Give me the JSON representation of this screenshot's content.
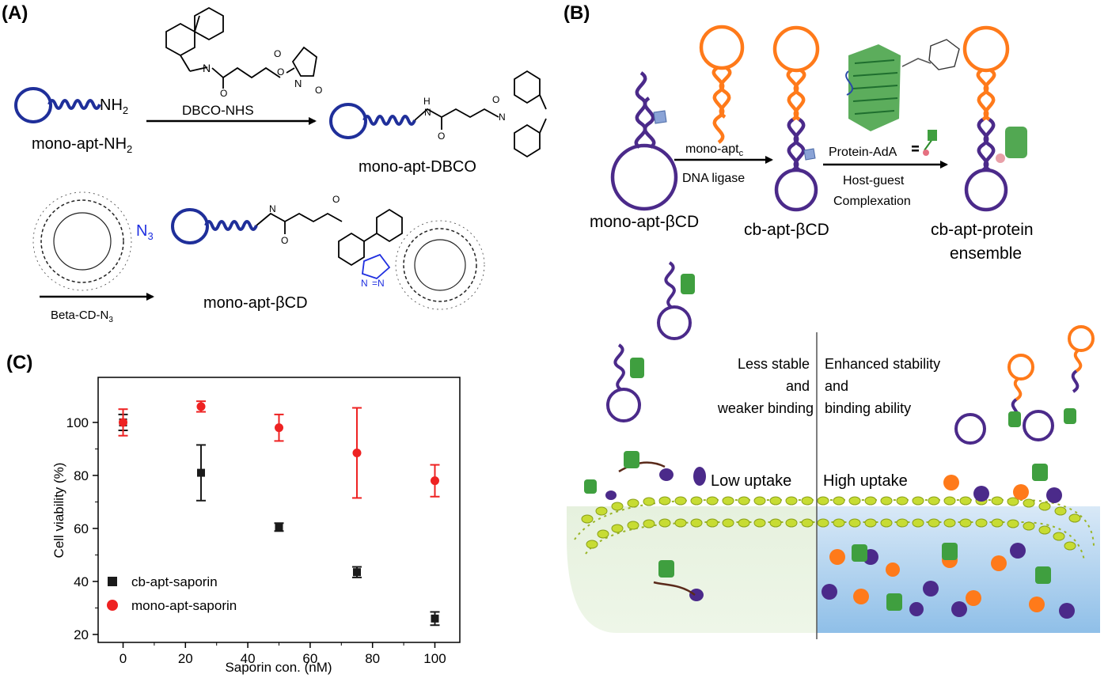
{
  "panel_a": {
    "label": "(A)",
    "reagent_1": "DBCO-NHS",
    "start_label": "mono-apt-NH",
    "start_sub": "2",
    "nh2": "NH",
    "nh2_sub": "2",
    "product_1": "mono-apt-DBCO",
    "reagent_2": "Beta-CD-N",
    "reagent_2_sub": "3",
    "n3": "N",
    "n3_sub": "3",
    "product_2": "mono-apt-βCD"
  },
  "panel_b": {
    "label": "(B)",
    "step1_top": "mono-apt",
    "step1_top_sub": "c",
    "step1_bottom": "DNA ligase",
    "step2_top": "Protein-AdA",
    "step2_bottom_1": "Host-guest",
    "step2_bottom_2": "Complexation",
    "species_1": "mono-apt-βCD",
    "species_2": "cb-apt-βCD",
    "species_3_line1": "cb-apt-protein",
    "species_3_line2": "ensemble",
    "left_text_1": "Less stable",
    "left_text_2": "and",
    "left_text_3": "weaker binding",
    "right_text_1": "Enhanced stability",
    "right_text_2": "and",
    "right_text_3": "binding ability",
    "low_uptake": "Low uptake",
    "high_uptake": "High uptake",
    "colors": {
      "dark_strand": "#4b2a8a",
      "orange_strand": "#ff7a1a",
      "membrane": "#c7dc33",
      "protein": "#3f9f3f"
    }
  },
  "panel_c": {
    "label": "(C)"
  },
  "chart_data": {
    "type": "scatter",
    "xlabel": "Saporin con. (nM)",
    "ylabel": "Cell viability (%)",
    "xlim": [
      -8,
      108
    ],
    "ylim": [
      17,
      117
    ],
    "x_ticks": [
      0,
      20,
      40,
      60,
      80,
      100
    ],
    "y_ticks": [
      20,
      40,
      60,
      80,
      100
    ],
    "legend_position": "bottom-left",
    "series": [
      {
        "name": "cb-apt-saporin",
        "color": "#1a1a1a",
        "marker": "square",
        "x": [
          0,
          25,
          50,
          75,
          100
        ],
        "y": [
          100,
          81,
          60.5,
          43.5,
          26
        ],
        "err": [
          3,
          10.5,
          1.5,
          2,
          2.5
        ]
      },
      {
        "name": "mono-apt-saporin",
        "color": "#ee2222",
        "marker": "circle",
        "x": [
          0,
          25,
          50,
          75,
          100
        ],
        "y": [
          100,
          106,
          98,
          88.5,
          78
        ],
        "err": [
          5,
          2,
          5,
          17,
          6
        ]
      }
    ]
  }
}
